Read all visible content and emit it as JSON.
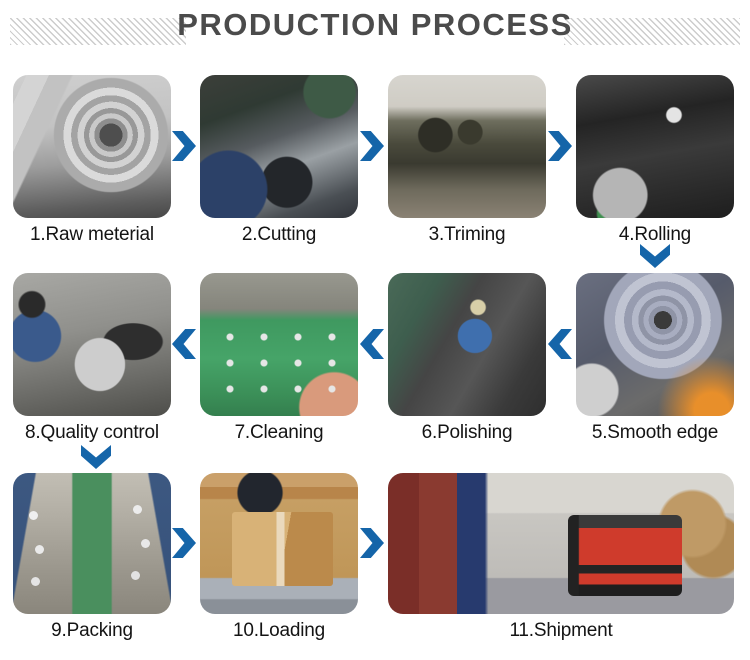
{
  "header": {
    "title": "PRODUCTION PROCESS"
  },
  "colors": {
    "arrow_blue": "#1565a9",
    "title_gray": "#4b4b4b",
    "label_dark": "#141414"
  },
  "steps": [
    {
      "label": "1.Raw meterial",
      "photo": "steel coil of raw sheet metal in factory"
    },
    {
      "label": "2.Cutting",
      "photo": "gloved hands feeding metal sheet into cutting press"
    },
    {
      "label": "3.Triming",
      "photo": "trimming machines on workshop floor"
    },
    {
      "label": "4.Rolling",
      "photo": "gloved hand at dark rolling press die"
    },
    {
      "label": "5.Smooth edge",
      "photo": "stack of spoon blanks against grinding wheel with sparks"
    },
    {
      "label": "6.Polishing",
      "photo": "worker in blue overalls at green polishing machine"
    },
    {
      "label": "7.Cleaning",
      "photo": "rows of spoons on green conveyor cleaning line"
    },
    {
      "label": "8.Quality control",
      "photo": "worker inspecting pile of metal spoon blanks on table"
    },
    {
      "label": "9.Packing",
      "photo": "workers in white caps packing along green conveyor"
    },
    {
      "label": "10.Loading",
      "photo": "carton box on roller conveyor being loaded"
    },
    {
      "label": "11.Shipment",
      "photo": "red forklift loading cartons into blue and red truck"
    }
  ],
  "flow": {
    "rows": [
      {
        "order": [
          1,
          2,
          3,
          4
        ],
        "arrow_direction": "right"
      },
      {
        "order": [
          8,
          7,
          6,
          5
        ],
        "arrow_direction": "left"
      },
      {
        "order": [
          9,
          10,
          11
        ],
        "arrow_direction": "right"
      }
    ],
    "connectors": [
      "4 to 5 down",
      "8 to 9 down"
    ]
  }
}
